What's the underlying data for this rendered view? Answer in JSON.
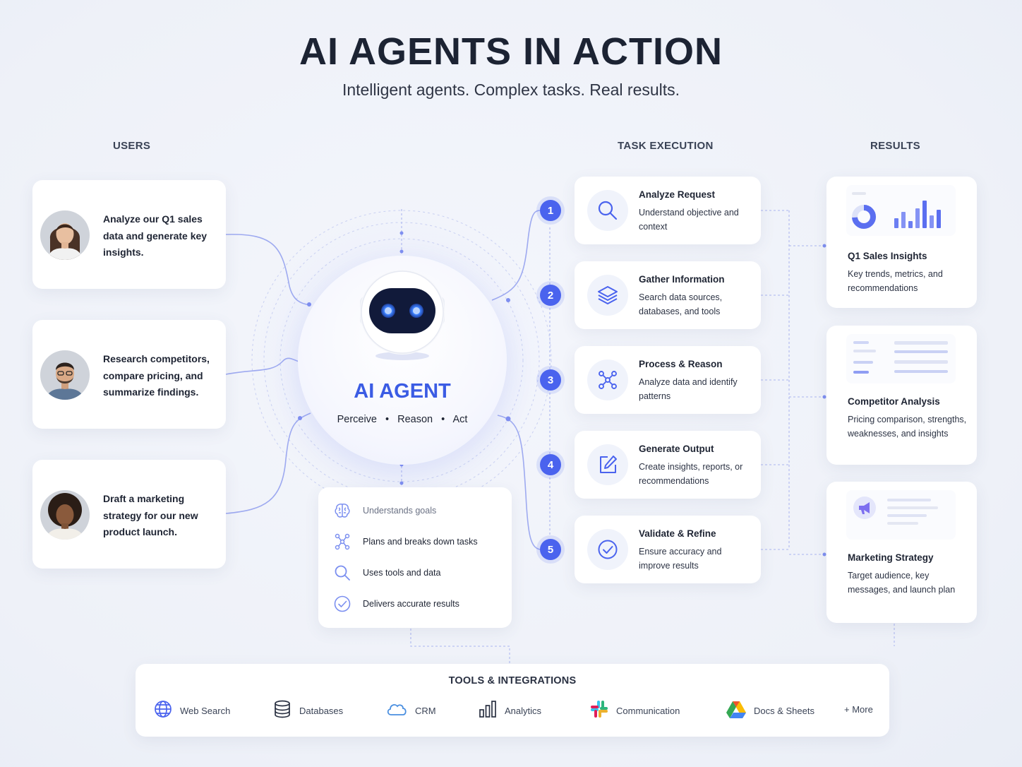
{
  "header": {
    "title": "AI AGENTS IN ACTION",
    "subtitle": "Intelligent agents. Complex tasks. Real results."
  },
  "columns": {
    "users": "USERS",
    "task_execution": "TASK EXECUTION",
    "results": "RESULTS"
  },
  "users": [
    {
      "text": "Analyze our Q1 sales data and generate key insights."
    },
    {
      "text": "Research competitors, compare pricing, and summarize findings."
    },
    {
      "text": "Draft a marketing strategy for our new product launch."
    }
  ],
  "agent": {
    "title": "AI AGENT",
    "tagline": [
      "Perceive",
      "Reason",
      "Act"
    ],
    "separator": "•",
    "capabilities": [
      {
        "icon": "brain-icon",
        "label": "Understands goals"
      },
      {
        "icon": "nodes-icon",
        "label": "Plans and breaks down tasks"
      },
      {
        "icon": "magnifier-icon",
        "label": "Uses tools and data"
      },
      {
        "icon": "check-circle-icon",
        "label": "Delivers accurate results"
      }
    ]
  },
  "steps": [
    {
      "num": "1",
      "icon": "search-icon",
      "title": "Analyze Request",
      "desc": "Understand objective and context"
    },
    {
      "num": "2",
      "icon": "layers-icon",
      "title": "Gather Information",
      "desc": "Search data sources, databases, and tools"
    },
    {
      "num": "3",
      "icon": "network-icon",
      "title": "Process & Reason",
      "desc": "Analyze data and identify patterns"
    },
    {
      "num": "4",
      "icon": "edit-icon",
      "title": "Generate Output",
      "desc": "Create insights, reports, or recommendations"
    },
    {
      "num": "5",
      "icon": "check-icon",
      "title": "Validate & Refine",
      "desc": "Ensure accuracy and improve results"
    }
  ],
  "results": [
    {
      "title": "Q1 Sales Insights",
      "desc": "Key trends, metrics, and recommendations"
    },
    {
      "title": "Competitor Analysis",
      "desc": "Pricing comparison, strengths, weaknesses, and insights"
    },
    {
      "title": "Marketing Strategy",
      "desc": "Target audience, key messages, and launch plan"
    }
  ],
  "tools": {
    "title": "TOOLS & INTEGRATIONS",
    "items": [
      {
        "icon": "globe-icon",
        "label": "Web Search"
      },
      {
        "icon": "database-icon",
        "label": "Databases"
      },
      {
        "icon": "cloud-icon",
        "label": "CRM"
      },
      {
        "icon": "bar-chart-icon",
        "label": "Analytics"
      },
      {
        "icon": "slack-icon",
        "label": "Communication"
      },
      {
        "icon": "drive-icon",
        "label": "Docs & Sheets"
      },
      {
        "icon": "",
        "label": "+ More"
      }
    ]
  },
  "colors": {
    "accent": "#4a63ee",
    "connector": "#9aa8ee",
    "text_dark": "#1e2433",
    "background": "#eef1f8"
  }
}
